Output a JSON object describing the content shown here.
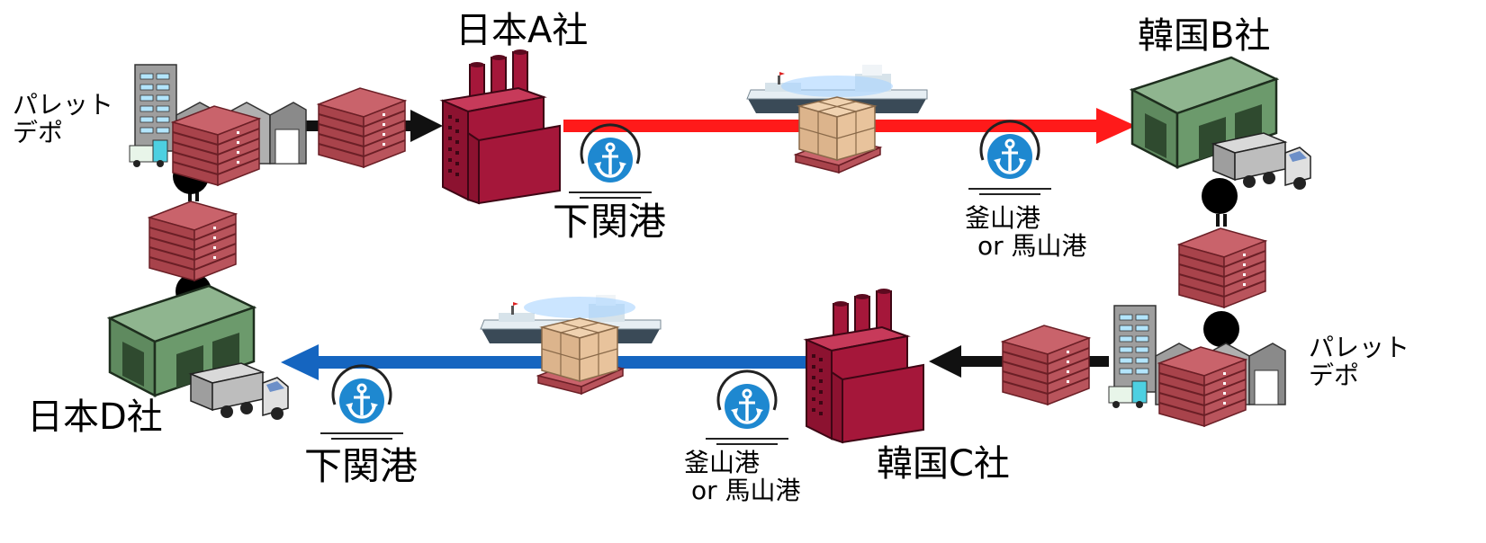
{
  "companies": {
    "japan_a": "日本A社",
    "korea_b": "韓国B社",
    "korea_c": "韓国C社",
    "japan_d": "日本D社"
  },
  "depots": {
    "left": [
      "パレット",
      "デポ"
    ],
    "right": [
      "パレット",
      "デポ"
    ]
  },
  "ports": {
    "shimonoseki_top": "下関港",
    "shimonoseki_bottom": "下関港",
    "korea_top": [
      "釜山港",
      "or 馬山港"
    ],
    "korea_bottom": [
      "釜山港",
      "or 馬山港"
    ]
  },
  "colors": {
    "outbound_route": "#ff1a1a",
    "return_route": "#1565c0",
    "pallet": "#b5474f",
    "factory": "#a5173a",
    "warehouse": "#5f8a5f",
    "anchor_badge": "#1e88d0"
  }
}
